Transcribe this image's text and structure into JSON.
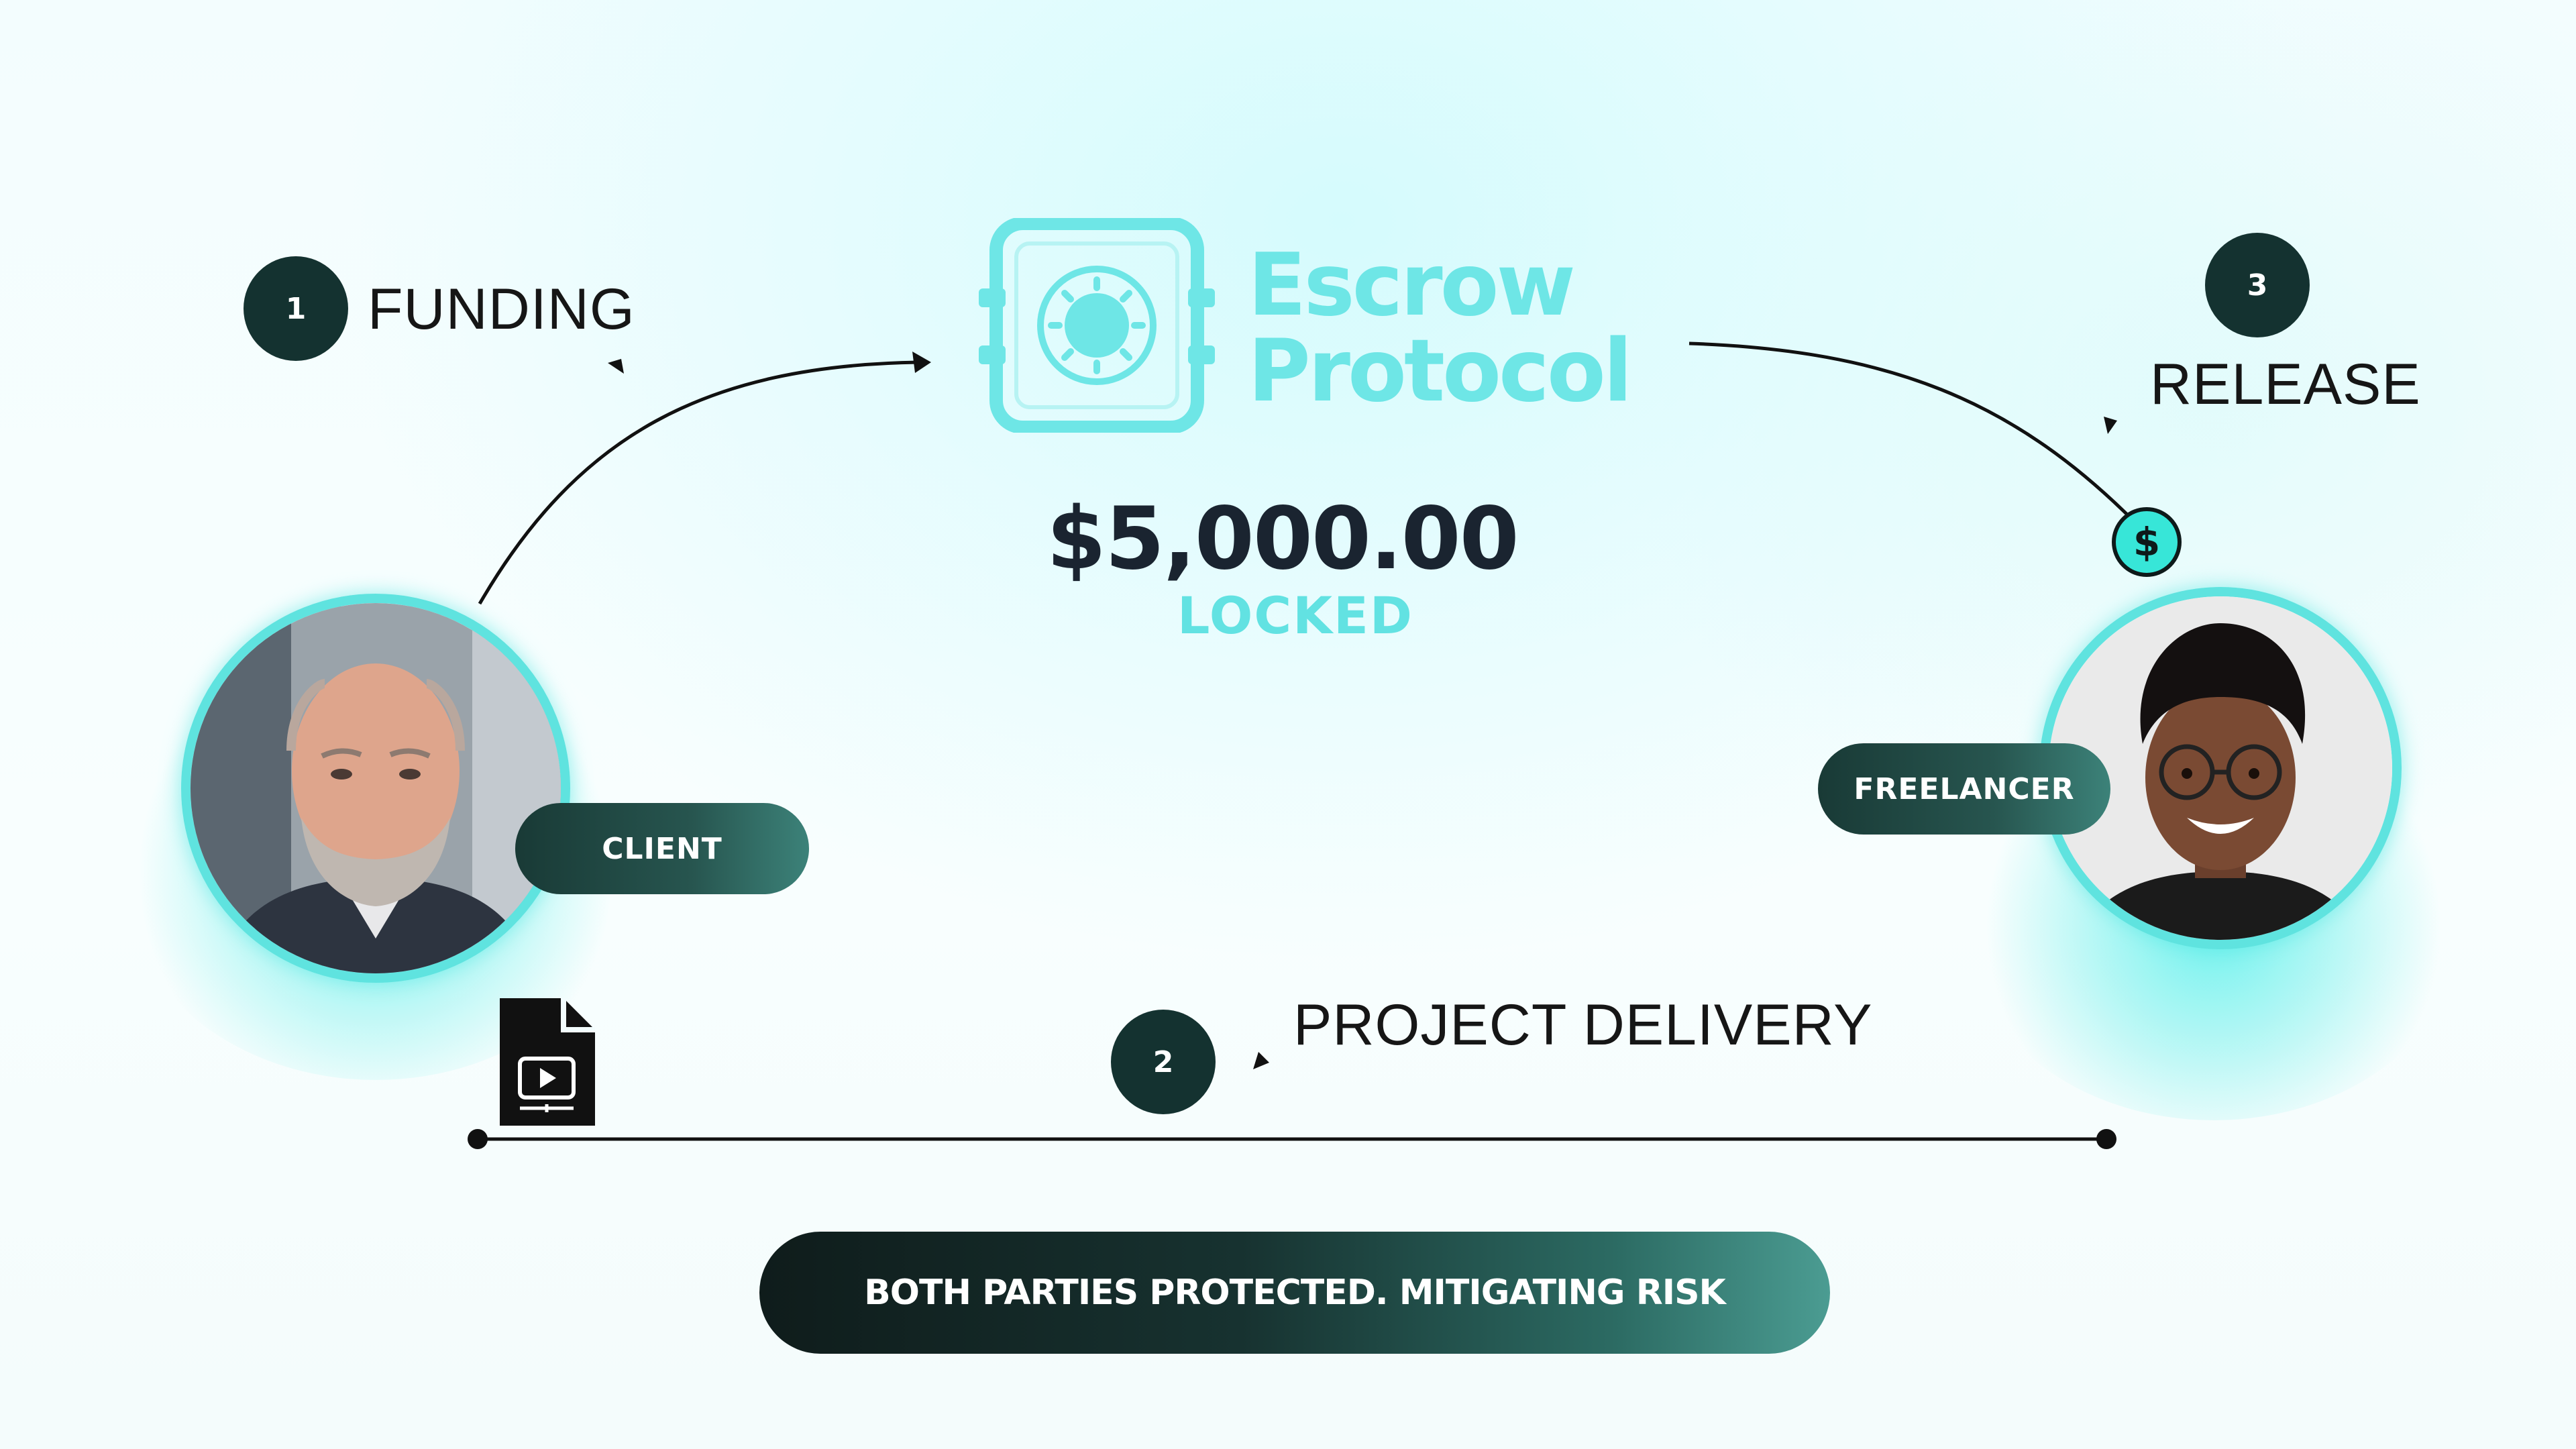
{
  "brand": {
    "line1": "Escrow",
    "line2": "Protocol",
    "color": "#6ee6e6",
    "icon": "vault-icon"
  },
  "amount": "$5,000.00",
  "status": "LOCKED",
  "steps": [
    {
      "number": "1",
      "label": "FUNDING"
    },
    {
      "number": "2",
      "label": "PROJECT DELIVERY"
    },
    {
      "number": "3",
      "label": "RELEASE"
    }
  ],
  "parties": {
    "client": {
      "label": "CLIENT"
    },
    "freelancer": {
      "label": "FREELANCER"
    }
  },
  "coin_symbol": "$",
  "deliverable_icon": "video-file-icon",
  "banner": "BOTH PARTIES PROTECTED. MITIGATING RISK",
  "colors": {
    "accent": "#5fe3df",
    "dark": "#143230",
    "coin": "#37e6d8"
  }
}
